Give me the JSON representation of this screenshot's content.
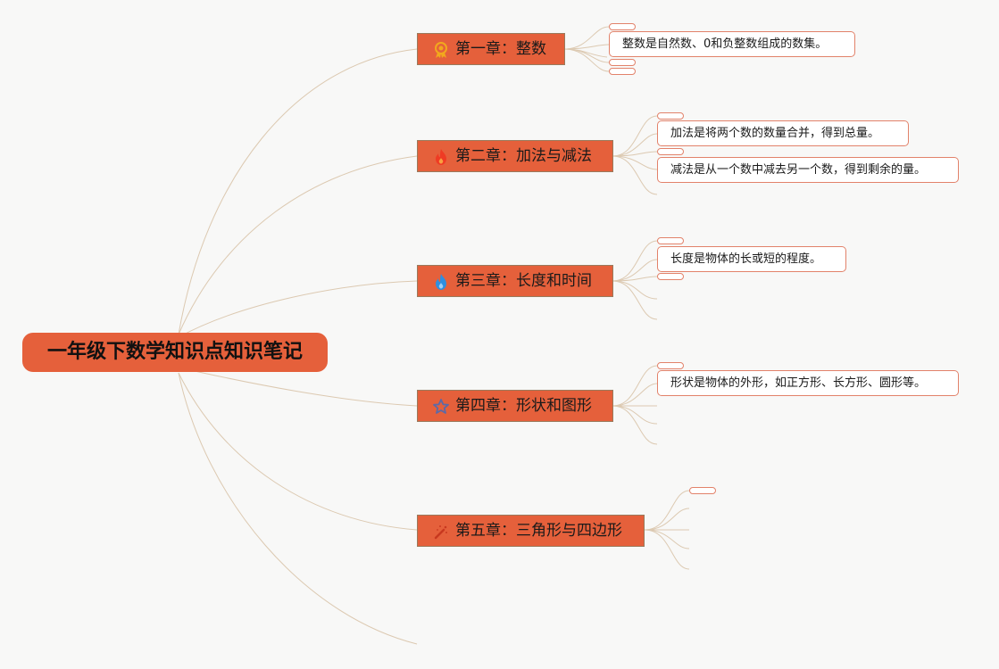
{
  "root": {
    "title": "一年级下数学知识点知识笔记"
  },
  "chapters": [
    {
      "title": "第一章：整数",
      "icon": "medal-icon",
      "notes": [
        "整数是自然数、0和负整数组成的数集。"
      ]
    },
    {
      "title": "第二章：加法与减法",
      "icon": "fire-icon",
      "notes": [
        "加法是将两个数的数量合并，得到总量。",
        "减法是从一个数中减去另一个数，得到剩余的量。"
      ]
    },
    {
      "title": "第三章：长度和时间",
      "icon": "blue-flame-icon",
      "notes": [
        "长度是物体的长或短的程度。"
      ]
    },
    {
      "title": "第四章：形状和图形",
      "icon": "star-icon",
      "notes": [
        "形状是物体的外形，如正方形、长方形、圆形等。"
      ]
    },
    {
      "title": "第五章：三角形与四边形",
      "icon": "magic-wand-icon",
      "notes": []
    }
  ],
  "colors": {
    "node": "#e5603b",
    "note_border": "#e2826a",
    "branch_line": "#dcc9b1",
    "background": "#f8f8f7"
  }
}
